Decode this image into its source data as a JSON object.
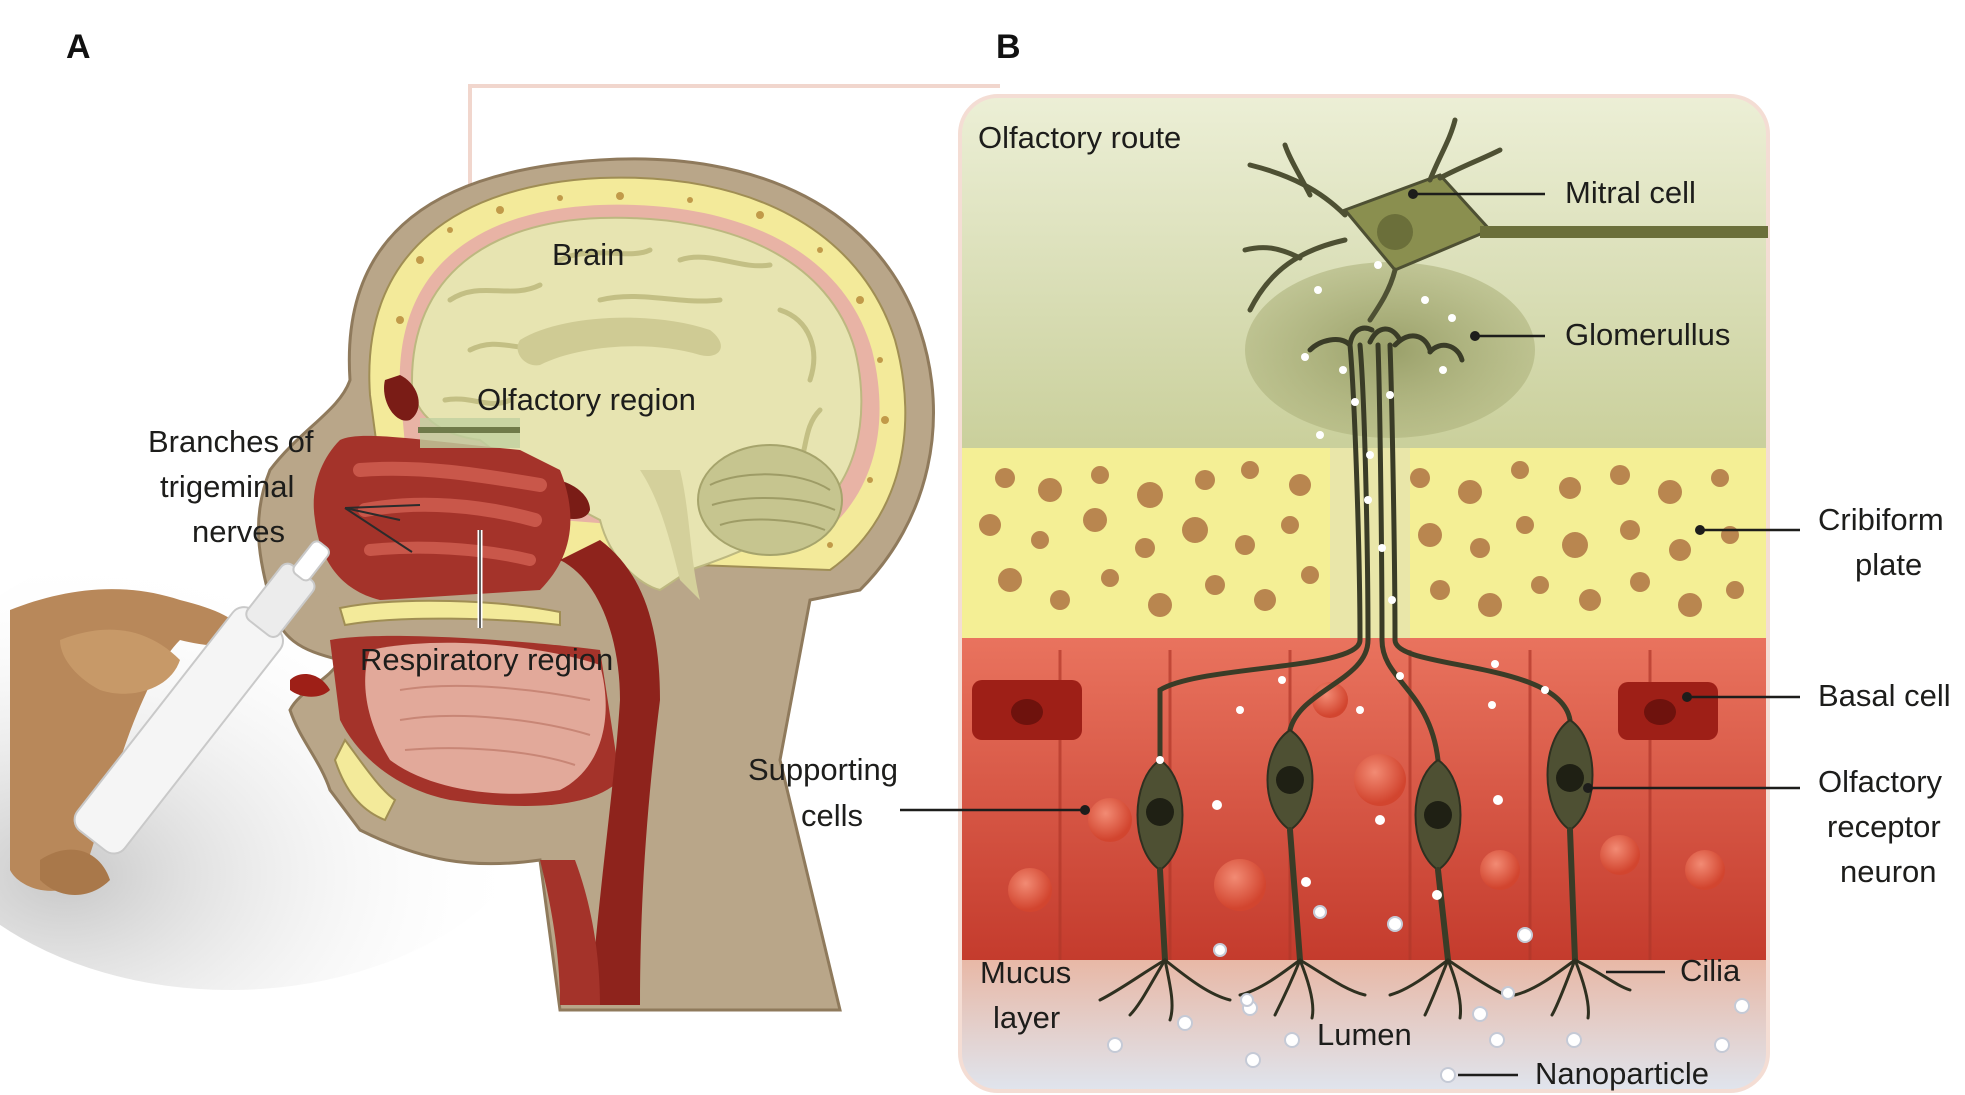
{
  "panels": {
    "a": "A",
    "b": "B"
  },
  "panel_a": {
    "brain": "Brain",
    "olfactory_region": "Olfactory region",
    "branches_line1": "Branches of",
    "branches_line2": "trigeminal",
    "branches_line3": "nerves",
    "respiratory_region": "Respiratory region"
  },
  "panel_b": {
    "olfactory_route": "Olfactory route",
    "mitral_cell": "Mitral cell",
    "glomerulus": "Glomerullus",
    "cribiform_line1": "Cribiform",
    "cribiform_line2": "plate",
    "basal_cell": "Basal cell",
    "orn_line1": "Olfactory",
    "orn_line2": "receptor",
    "orn_line3": "neuron",
    "supporting_line1": "Supporting",
    "supporting_line2": "cells",
    "mucus_line1": "Mucus",
    "mucus_line2": "layer",
    "lumen": "Lumen",
    "cilia": "Cilia",
    "nanoparticle": "Nanoparticle"
  },
  "colors": {
    "skin": "#b9a689",
    "bone": "#f3ea9a",
    "brain": "#e8e3b4",
    "tissue_red": "#c0392b",
    "epithelium": "#d9533f",
    "neuron": "#4e5033",
    "route_bg": "#d7dcae"
  }
}
